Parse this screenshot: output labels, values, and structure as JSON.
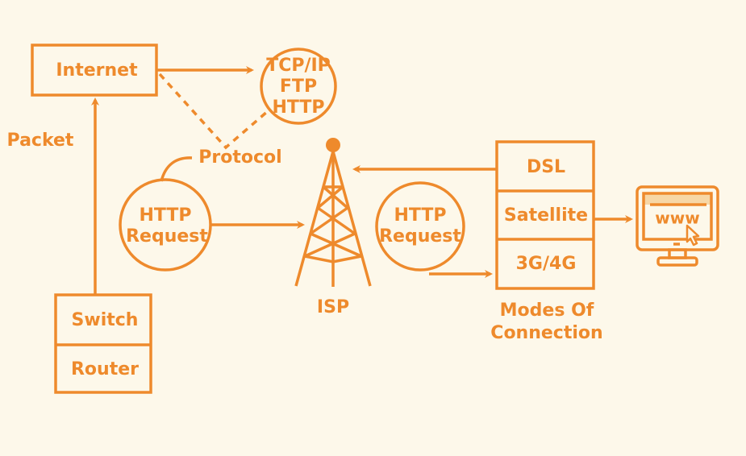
{
  "colors": {
    "accent": "#ee8a2c",
    "background": "#fdf8ea"
  },
  "nodes": {
    "internet": "Internet",
    "protocols": [
      "TCP/IP",
      "FTP",
      "HTTP"
    ],
    "packet": "Packet",
    "protocol": "Protocol",
    "http_request_left": [
      "HTTP",
      "Request"
    ],
    "http_request_right": [
      "HTTP",
      "Request"
    ],
    "isp": "ISP",
    "switch": "Switch",
    "router": "Router",
    "modes": [
      "DSL",
      "Satellite",
      "3G/4G"
    ],
    "modes_caption": [
      "Modes Of",
      "Connection"
    ],
    "www": "www"
  },
  "icons": [
    "tower-icon",
    "monitor-icon",
    "cursor-icon"
  ]
}
